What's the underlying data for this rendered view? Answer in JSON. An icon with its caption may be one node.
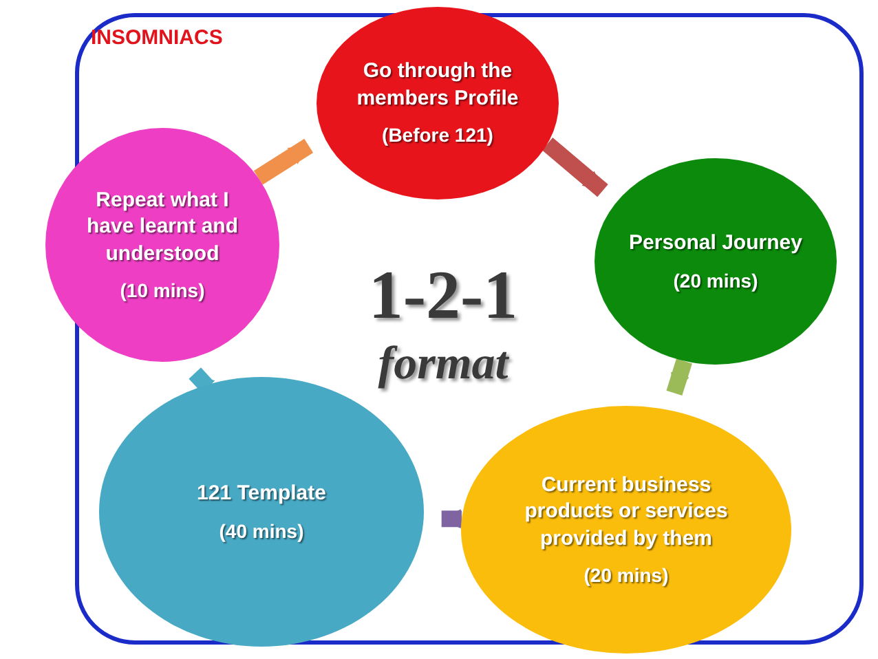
{
  "diagram": {
    "nodes": [
      {
        "text": [
          "Go through the members Profile",
          "(Before 121)"
        ]
      },
      {
        "text": [
          "Personal Journey",
          "(20 mins)"
        ]
      },
      {
        "text": [
          "Current business products or services provided by them",
          "(20 mins)"
        ]
      },
      {
        "text": [
          "121 Template",
          "(40 mins)"
        ]
      },
      {
        "text": [
          "Repeat what I have learnt and understood",
          "(10 mins)"
        ]
      }
    ],
    "edges": [
      {
        "from": 4,
        "to": 0,
        "arrow": "to",
        "color": "#f0904a"
      },
      {
        "from": 0,
        "to": 1,
        "arrow": "to",
        "color": "#c0504d"
      },
      {
        "from": 1,
        "to": 2,
        "arrow": "to",
        "color": "#9bbb59"
      },
      {
        "from": 2,
        "to": 3,
        "arrow": "to",
        "color": "#8064a2"
      },
      {
        "from": 3,
        "to": 4,
        "arrow": "to",
        "color": "#4bacc6"
      }
    ],
    "labels": [
      "INSOMNIACS",
      "1-2-1",
      "format"
    ]
  }
}
